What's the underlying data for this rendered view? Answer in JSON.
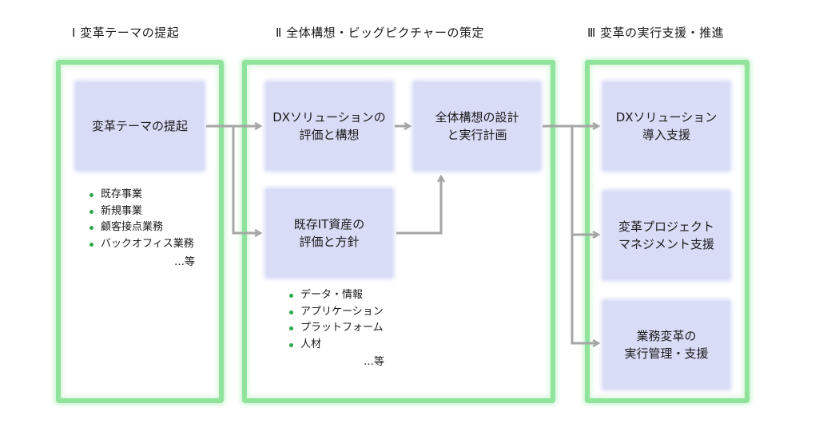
{
  "columns": [
    {
      "title": "Ⅰ 変革テーマの提起"
    },
    {
      "title": "Ⅱ 全体構想・ビッグピクチャーの策定"
    },
    {
      "title": "Ⅲ 変革の実行支援・推進"
    }
  ],
  "boxes": {
    "theme": [
      "変革テーマの提起"
    ],
    "dx_eval": [
      "DXソリューションの",
      "評価と構想"
    ],
    "it_eval": [
      "既存IT資産の",
      "評価と方針"
    ],
    "plan": [
      "全体構想の設計",
      "と実行計画"
    ],
    "dx_intro": [
      "DXソリューション",
      "導入支援"
    ],
    "pm": [
      "変革プロジェクト",
      "マネジメント支援"
    ],
    "ops": [
      "業務変革の",
      "実行管理・支援"
    ]
  },
  "theme_list": [
    "既存事業",
    "新規事業",
    "顧客接点業務",
    "バックオフィス業務"
  ],
  "theme_etc": "…等",
  "asset_list": [
    "データ・情報",
    "アプリケーション",
    "プラットフォーム",
    "人材"
  ],
  "asset_etc": "…等",
  "colors": {
    "panel_border": "#8fe39a",
    "box_fill": "#d9dcf7",
    "arrow": "#a6a6a6",
    "bullet": "#2aa84a"
  }
}
